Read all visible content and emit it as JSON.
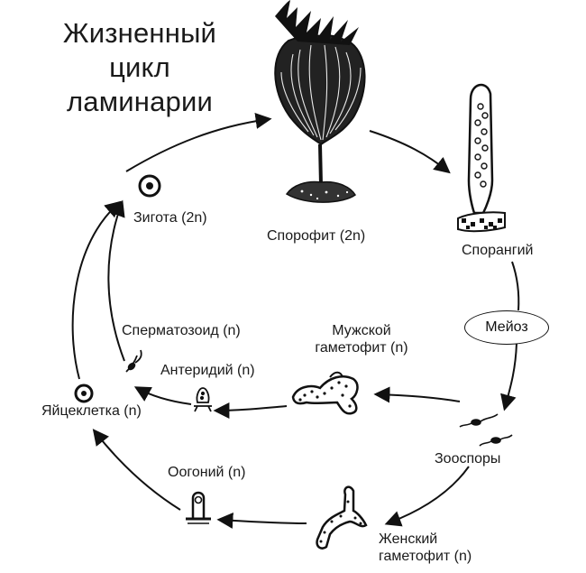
{
  "title": {
    "line1": "Жизненный",
    "line2": "цикл",
    "line3": "ламинарии"
  },
  "labels": {
    "zygote": "Зигота (2n)",
    "sporophyte": "Спорофит (2n)",
    "sporangium": "Спорангий",
    "meiosis": "Мейоз",
    "spermatozoid": "Сперматозоид (n)",
    "male_gametophyte": [
      "Мужской",
      "гаметофит (n)"
    ],
    "antheridium": "Антеридий (n)",
    "egg": "Яйцеклетка (n)",
    "zoospores": "Зооспоры",
    "oogonium": "Оогоний (n)",
    "female_gametophyte": [
      "Женский",
      "гаметофит (n)"
    ]
  }
}
